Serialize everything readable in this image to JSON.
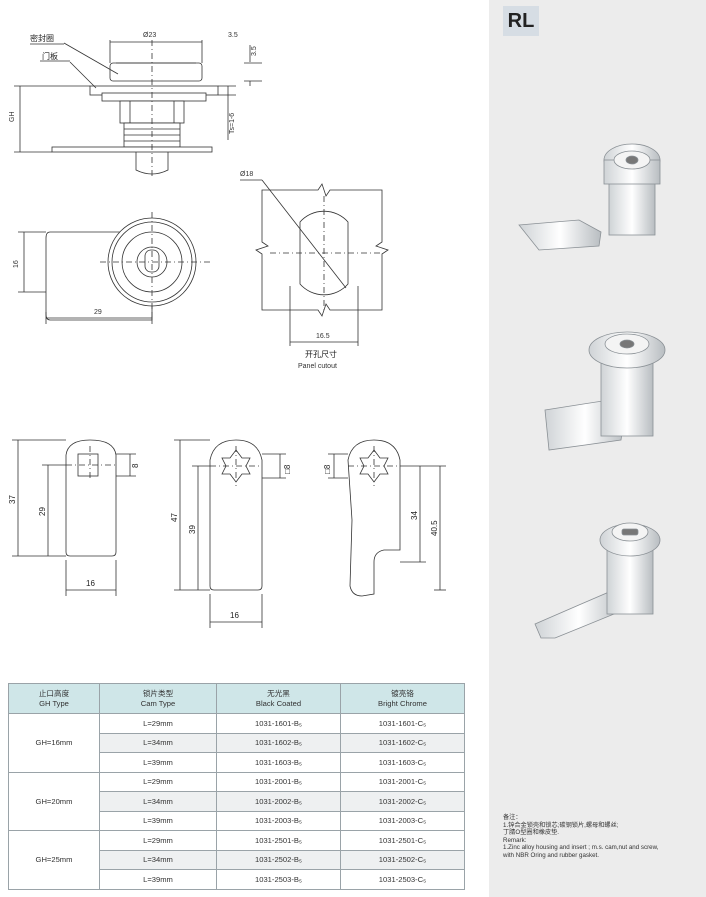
{
  "badge": "RL",
  "drawing": {
    "labels": {
      "seal": "密封圈",
      "panel": "门板",
      "gh": "GH",
      "thickness": "Ts=1-6"
    },
    "dims": {
      "diameter_top": "Ø23",
      "gap_top": "3.5",
      "height_top": "3.5",
      "body_height": "16",
      "body_length": "29",
      "cutout_diameter": "Ø18",
      "cutout_flat": "16.5",
      "cam1_height": "37",
      "cam1_hole_dist": "29",
      "cam1_width": "16",
      "cam1_square": "8",
      "cam2_height": "47",
      "cam2_hole_dist": "39",
      "cam2_width": "16",
      "cam2_square": "□8",
      "cam3_square": "□8",
      "cam3_hole_dist": "34",
      "cam3_height": "40.5"
    },
    "cutout_caption_cn": "开孔尺寸",
    "cutout_caption_en": "Panel cutout"
  },
  "table": {
    "headers": [
      {
        "cn": "止口高度",
        "en": "GH Type"
      },
      {
        "cn": "锁片类型",
        "en": "Cam Type"
      },
      {
        "cn": "无光黑",
        "en": "Black Coated"
      },
      {
        "cn": "镀亮铬",
        "en": "Bright Chrome"
      }
    ],
    "groups": [
      {
        "gh": "GH=16mm",
        "rows": [
          {
            "cam": "L=29mm",
            "black": "1031-1601-B₅",
            "chrome": "1031-1601-C₅"
          },
          {
            "cam": "L=34mm",
            "black": "1031-1602-B₅",
            "chrome": "1031-1602-C₅"
          },
          {
            "cam": "L=39mm",
            "black": "1031-1603-B₅",
            "chrome": "1031-1603-C₅"
          }
        ]
      },
      {
        "gh": "GH=20mm",
        "rows": [
          {
            "cam": "L=29mm",
            "black": "1031-2001-B₅",
            "chrome": "1031-2001-C₅"
          },
          {
            "cam": "L=34mm",
            "black": "1031-2002-B₅",
            "chrome": "1031-2002-C₅"
          },
          {
            "cam": "L=39mm",
            "black": "1031-2003-B₅",
            "chrome": "1031-2003-C₅"
          }
        ]
      },
      {
        "gh": "GH=25mm",
        "rows": [
          {
            "cam": "L=29mm",
            "black": "1031-2501-B₅",
            "chrome": "1031-2501-C₅"
          },
          {
            "cam": "L=34mm",
            "black": "1031-2502-B₅",
            "chrome": "1031-2502-C₅"
          },
          {
            "cam": "L=39mm",
            "black": "1031-2503-B₅",
            "chrome": "1031-2503-C₅"
          }
        ]
      }
    ]
  },
  "remarks": {
    "title_cn": "备注：",
    "line1_cn": "1.锌合金锁壳和锁芯;碳钢锁片,螺母和螺丝;",
    "line2_cn": "丁腈O型圈和橡皮垫.",
    "title_en": "Remark:",
    "line1_en": "1.Zinc alloy housing and insert ; m.s. cam,nut and screw,",
    "line2_en": "with NBR Oring and rubber gasket."
  }
}
